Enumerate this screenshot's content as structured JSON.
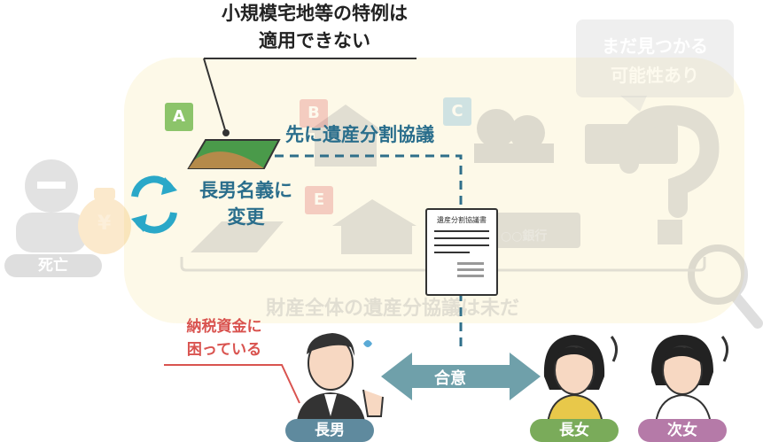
{
  "callout": {
    "line1": "小規模宅地等の特例は",
    "line2": "適用できない"
  },
  "speech_bubble": {
    "line1": "まだ見つかる",
    "line2": "可能性あり"
  },
  "labels": {
    "split_agreement_first": "先に遺産分割協議",
    "rename_line1": "長男名義に",
    "rename_line2": "変更",
    "undecided_estate": "財産全体の遺産分協議は未だ",
    "tax_funds_line1": "納税資金に",
    "tax_funds_line2": "困っている",
    "agreement": "合意",
    "document_title": "遺産分割協議書",
    "bank_label": "○○銀行",
    "yen_symbol": "¥"
  },
  "tags": [
    "A",
    "B",
    "C",
    "E"
  ],
  "people": {
    "deceased": "死亡",
    "eldest_son": "長男",
    "eldest_daughter": "長女",
    "second_daughter": "次女"
  },
  "colors": {
    "teal": "#2a6e8c",
    "dashed_line": "#2f6f8a",
    "arrow": "#6fa0aa",
    "tag_green": "#8cc46a",
    "tag_red": "#e05a5a",
    "tag_blue": "#5aaad6",
    "pill_son": "#5f8a9e",
    "pill_daughter1": "#7aab5a",
    "pill_daughter2": "#b57aa8",
    "pill_deceased": "#8c8c8c",
    "callout_red": "#d9534f"
  }
}
